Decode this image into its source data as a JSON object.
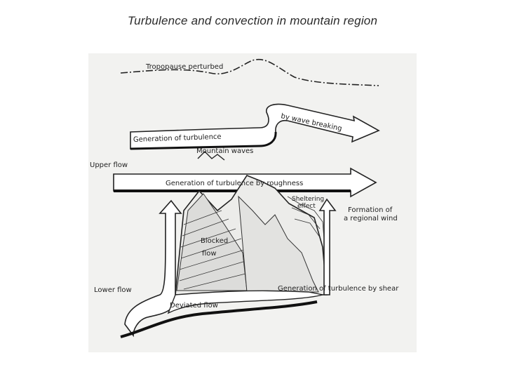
{
  "title": "Turbulence and convection in mountain region",
  "labels": {
    "tropopause": "Tropopause perturbed",
    "gen_turbulence": "Generation of turbulence",
    "wave_breaking": "by wave breaking",
    "mountain_waves": "Mountain waves",
    "upper_flow": "Upper flow",
    "gen_roughness": "Generation of turbulence by roughness",
    "sheltering_1": "Sheltering",
    "sheltering_2": "effect",
    "regional_wind_1": "Formation of",
    "regional_wind_2": "a regional wind",
    "blocked_1": "Blocked",
    "blocked_2": "flow",
    "lower_flow": "Lower flow",
    "gen_shear": "Generation of turbulence by shear",
    "deviated_flow": "Deviated flow"
  }
}
